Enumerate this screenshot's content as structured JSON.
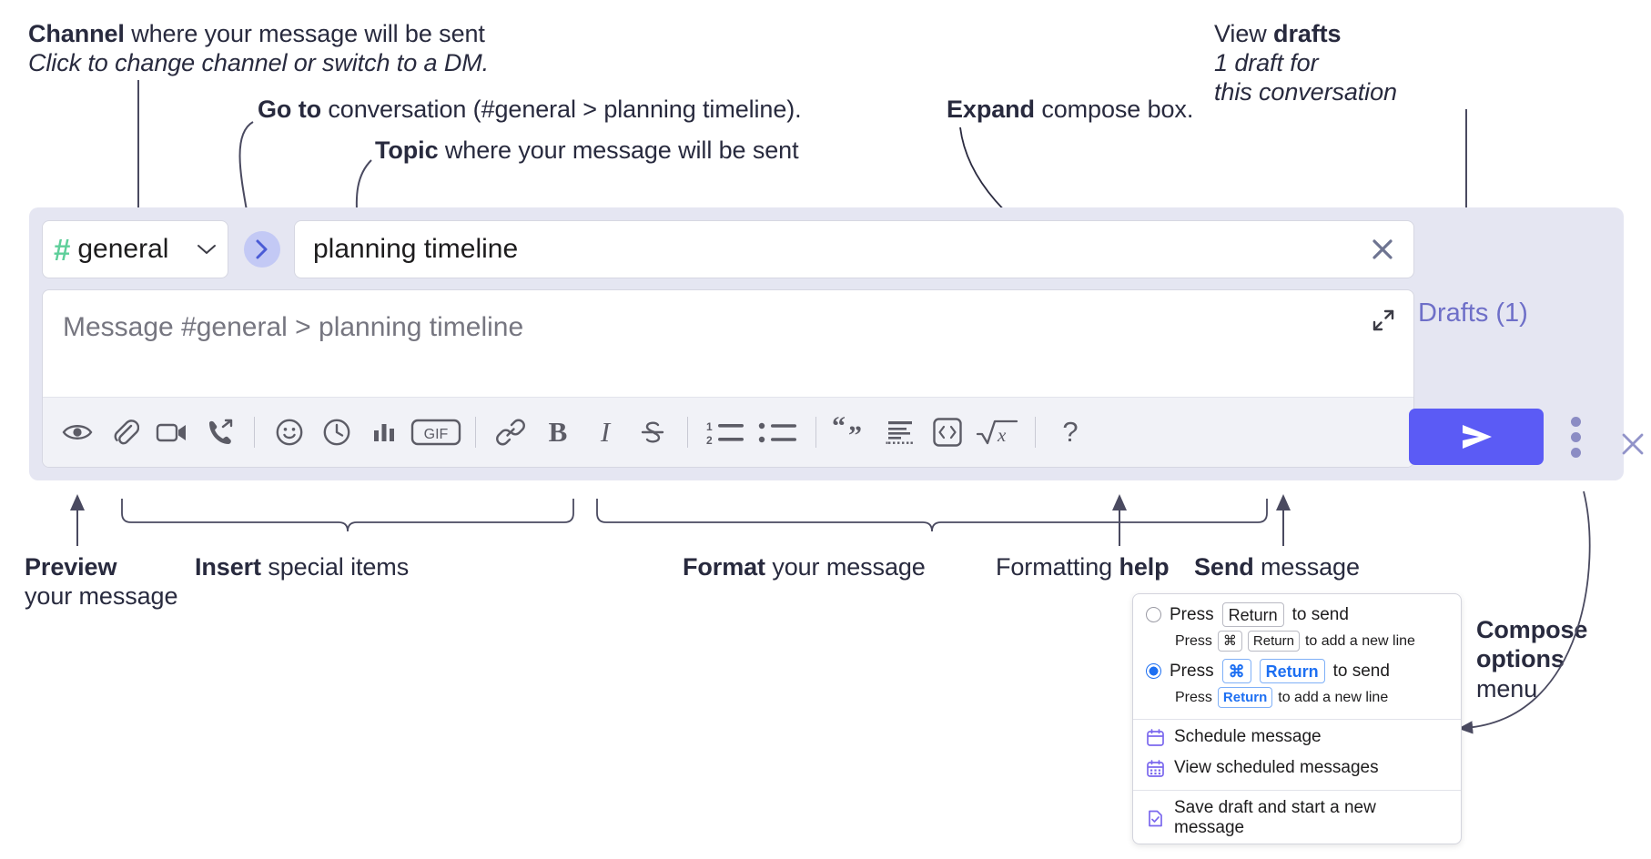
{
  "annotations": {
    "channel": {
      "line1_bold": "Channel",
      "line1_rest": " where your message will be sent",
      "line2_italic": "Click to change channel or switch to a DM."
    },
    "goto": {
      "bold": "Go to",
      "rest": " conversation (#general > planning timeline)."
    },
    "topic": {
      "bold": "Topic",
      "rest": " where your message will be sent"
    },
    "expand": {
      "bold": "Expand",
      "rest": " compose box."
    },
    "drafts": {
      "line1_rest": "View ",
      "line1_bold": "drafts",
      "line2_italic": "1 draft for",
      "line3_italic": "this conversation"
    },
    "preview": {
      "bold": "Preview",
      "line2": "your message"
    },
    "insert": {
      "bold": "Insert",
      "rest": " special items"
    },
    "format": {
      "bold": "Format",
      "rest": " your message"
    },
    "help": {
      "rest": "Formatting ",
      "bold": "help"
    },
    "send": {
      "bold": "Send",
      "rest": " message"
    },
    "compose_options": {
      "bold1": "Compose",
      "bold2": "options",
      "rest": "menu"
    }
  },
  "compose": {
    "channel": {
      "hash": "#",
      "name": "general",
      "chevron_icon": "chevron-down-icon"
    },
    "goto_button": {
      "icon": "chevron-right-icon",
      "glyph": "›"
    },
    "topic": {
      "value": "planning timeline",
      "clear_icon": "close-icon"
    },
    "message": {
      "placeholder": "Message #general > planning timeline",
      "expand_icon": "expand-icon"
    },
    "toolbar": [
      {
        "name": "preview-icon",
        "label": "Preview"
      },
      {
        "name": "attachment-icon",
        "label": "Attach file"
      },
      {
        "name": "video-camera-icon",
        "label": "Record video clip"
      },
      {
        "name": "phone-forward-icon",
        "label": "Record audio clip"
      },
      {
        "name": "separator",
        "label": ""
      },
      {
        "name": "emoji-icon",
        "label": "Emoji"
      },
      {
        "name": "clock-icon",
        "label": "Recent"
      },
      {
        "name": "poll-icon",
        "label": "Poll"
      },
      {
        "name": "gif-icon",
        "label": "GIF"
      },
      {
        "name": "separator",
        "label": ""
      },
      {
        "name": "link-icon",
        "label": "Link"
      },
      {
        "name": "bold-icon",
        "label": "B"
      },
      {
        "name": "italic-icon",
        "label": "I"
      },
      {
        "name": "strikethrough-icon",
        "label": "Strikethrough"
      },
      {
        "name": "separator",
        "label": ""
      },
      {
        "name": "ordered-list-icon",
        "label": "Ordered list"
      },
      {
        "name": "bulleted-list-icon",
        "label": "Bulleted list"
      },
      {
        "name": "separator",
        "label": ""
      },
      {
        "name": "blockquote-icon",
        "label": "Blockquote"
      },
      {
        "name": "code-block-icon",
        "label": "Code block"
      },
      {
        "name": "code-icon",
        "label": "Code"
      },
      {
        "name": "math-icon",
        "label": "Math"
      },
      {
        "name": "separator",
        "label": ""
      },
      {
        "name": "help-icon",
        "label": "?"
      }
    ],
    "drafts_label": "Drafts (1)",
    "send_icon": "send-icon",
    "overflow_icon": "more-options-icon",
    "close_icon": "close-icon"
  },
  "options_menu": {
    "option1": {
      "selected": false,
      "press": "Press",
      "key": "Return",
      "to_send": "to send",
      "sub_press": "Press",
      "sub_key1": "⌘",
      "sub_key2": "Return",
      "sub_tail": "to add a new line"
    },
    "option2": {
      "selected": true,
      "press": "Press",
      "key1": "⌘",
      "key2": "Return",
      "to_send": "to send",
      "sub_press": "Press",
      "sub_key": "Return",
      "sub_tail": "to add a new line"
    },
    "items": [
      {
        "icon": "calendar-icon",
        "label": "Schedule message"
      },
      {
        "icon": "calendar-grid-icon",
        "label": "View scheduled messages"
      },
      {
        "icon": "save-draft-icon",
        "label": "Save draft and start a new message"
      }
    ]
  },
  "colors": {
    "widget_bg": "#e5e6f2",
    "send_button": "#5b5bf5",
    "hash_green": "#5ecf9a",
    "goto_circle": "#c3c9f5",
    "drafts_text": "#6e6fc8",
    "accent_blue": "#1d6ff2",
    "menu_icon_purple": "#7b68ee"
  }
}
